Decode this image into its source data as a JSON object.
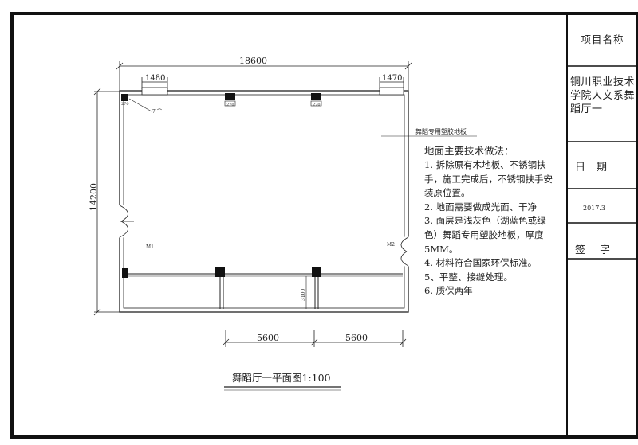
{
  "title_block": {
    "project_label": "项目名称",
    "project_name": "铜川职业技术学院人文系舞蹈厅一",
    "date_label": "日期",
    "date_value": "2017.3",
    "sign_label": "签字"
  },
  "plan": {
    "overall_width": "18600",
    "overall_height": "14200",
    "left_window_width": "1480",
    "right_window_width": "1470",
    "bay_left": "5600",
    "bay_right": "5600",
    "vertical_detail": "3100",
    "column_tag": "270",
    "door_left": "M1",
    "door_right": "M2",
    "callout_mark": "7",
    "floor_callout": "舞蹈专用塑胶地板",
    "caption": "舞蹈厅一平面图1:100"
  },
  "notes": {
    "title": "地面主要技术做法：",
    "items": [
      "1. 拆除原有木地板、不锈钢扶手，施工完成后，不锈钢扶手安装原位置。",
      "2. 地面需要做成光面、干净",
      "3. 面层是浅灰色（湖蓝色或绿色）舞蹈专用塑胶地板，厚度5MM。",
      "4. 材料符合国家环保标准。",
      "5、平整、接缝处理。",
      "6. 质保两年"
    ]
  },
  "colors": {
    "line": "#222222",
    "frame": "#111111",
    "background": "#ffffff"
  }
}
